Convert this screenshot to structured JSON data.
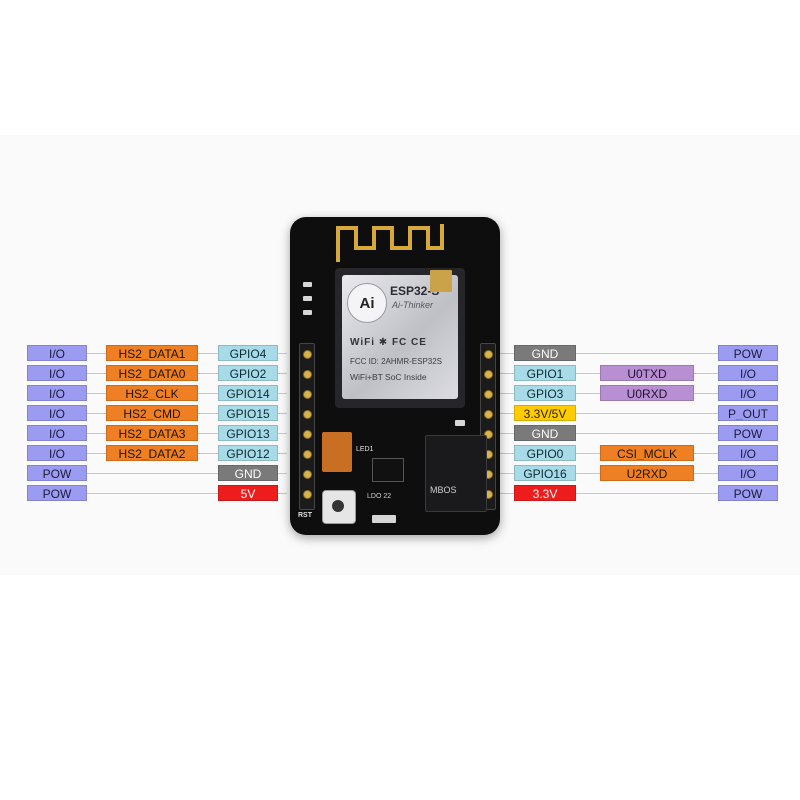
{
  "left_pins": [
    {
      "type": "I/O",
      "func": "HS2_DATA1",
      "pin": "GPIO4"
    },
    {
      "type": "I/O",
      "func": "HS2_DATA0",
      "pin": "GPIO2"
    },
    {
      "type": "I/O",
      "func": "HS2_CLK",
      "pin": "GPIO14"
    },
    {
      "type": "I/O",
      "func": "HS2_CMD",
      "pin": "GPIO15"
    },
    {
      "type": "I/O",
      "func": "HS2_DATA3",
      "pin": "GPIO13"
    },
    {
      "type": "I/O",
      "func": "HS2_DATA2",
      "pin": "GPIO12"
    },
    {
      "type": "POW",
      "func": "",
      "pin": "GND"
    },
    {
      "type": "POW",
      "func": "",
      "pin": "5V"
    }
  ],
  "right_pins": [
    {
      "pin": "GND",
      "func": "",
      "type": "POW"
    },
    {
      "pin": "GPIO1",
      "func": "U0TXD",
      "type": "I/O"
    },
    {
      "pin": "GPIO3",
      "func": "U0RXD",
      "type": "I/O"
    },
    {
      "pin": "3.3V/5V",
      "func": "",
      "type": "P_OUT"
    },
    {
      "pin": "GND",
      "func": "",
      "type": "POW"
    },
    {
      "pin": "GPIO0",
      "func": "CSI_MCLK",
      "type": "I/O"
    },
    {
      "pin": "GPIO16",
      "func": "U2RXD",
      "type": "I/O"
    },
    {
      "pin": "3.3V",
      "func": "",
      "type": "POW"
    }
  ],
  "board": {
    "model": "ESP32-S",
    "brand": "Ai-Thinker",
    "logo": "Ai",
    "badges": "WiFi  ✱  FC  CE",
    "fcc": "FCC ID: 2AHMR-ESP32S",
    "wifi_bt": "WiFi+BT SoC Inside",
    "rst": "RST",
    "led": "LED1",
    "chip_mark": "LDO 22",
    "connector_mark": "MBOS"
  },
  "colors": {
    "io": "#9b9bf2",
    "function": "#ee7f22",
    "gpio": "#a6dbe7",
    "gnd": "#7a7a7a",
    "v5": "#ee1d1d",
    "v33_5": "#ffcc00",
    "uart": "#b98fd3"
  }
}
